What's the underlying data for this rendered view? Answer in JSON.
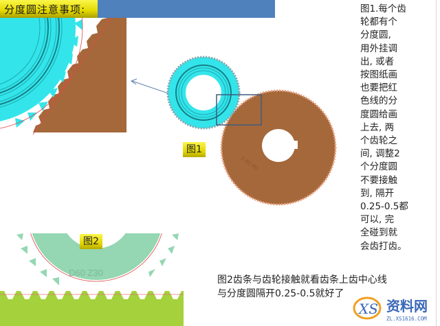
{
  "slide": {
    "title": "分度圆注意事项:",
    "figure1_label": "图1",
    "figure2_label": "图2",
    "figure2_gear_marking": "D60  Z30",
    "right_note_lines": [
      "图1.每个齿",
      "轮都有个",
      "分度圆,",
      "用外挂调",
      "出, 或者",
      "按图纸画",
      "也要把红",
      "色线的分",
      "度圆给画",
      "上去, 两",
      "个齿轮之",
      "间, 调整2",
      "个分度圆",
      "不要接触",
      "到, 隔开",
      "0.25-0.5都",
      "可以, 完",
      "全碰到就",
      "会齿打齿。"
    ],
    "bottom_note_lines": [
      "图2齿条与齿轮接触就看齿条上齿中心线",
      "与分度圆隔开0.25-0.5就好了"
    ]
  },
  "watermark": {
    "logo": "XS",
    "name": "资料网",
    "url": "ZL.XS1616.COM"
  },
  "colors": {
    "title_yellow": "#f0e600",
    "header_blue": "#4f81bd",
    "cyan_gear": "#33e0e8",
    "brown_gear": "#a5683a",
    "green_gear": "#90d4b0",
    "rack_green": "#a2d03c",
    "pitch_circle_red": "#e04848"
  }
}
